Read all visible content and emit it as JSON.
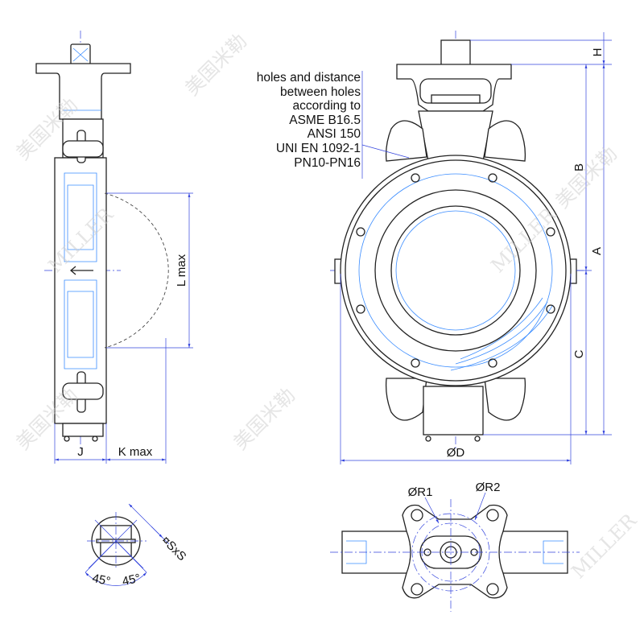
{
  "note": {
    "lines": [
      "holes and distance",
      "between holes",
      "according to",
      "ASME B16.5",
      "ANSI 150",
      "UNI EN 1092-1",
      "PN10-PN16"
    ]
  },
  "dimensions": {
    "H": "H",
    "B": "B",
    "A": "A",
    "C": "C",
    "D": "ØD",
    "L": "L max",
    "J": "J",
    "K": "K max",
    "R1": "ØR1",
    "R2": "ØR2",
    "S": "¤SxS",
    "angle_left": "45°",
    "angle_right": "45°"
  },
  "watermark": {
    "cn": "美国米勒",
    "en": "MILLER"
  }
}
